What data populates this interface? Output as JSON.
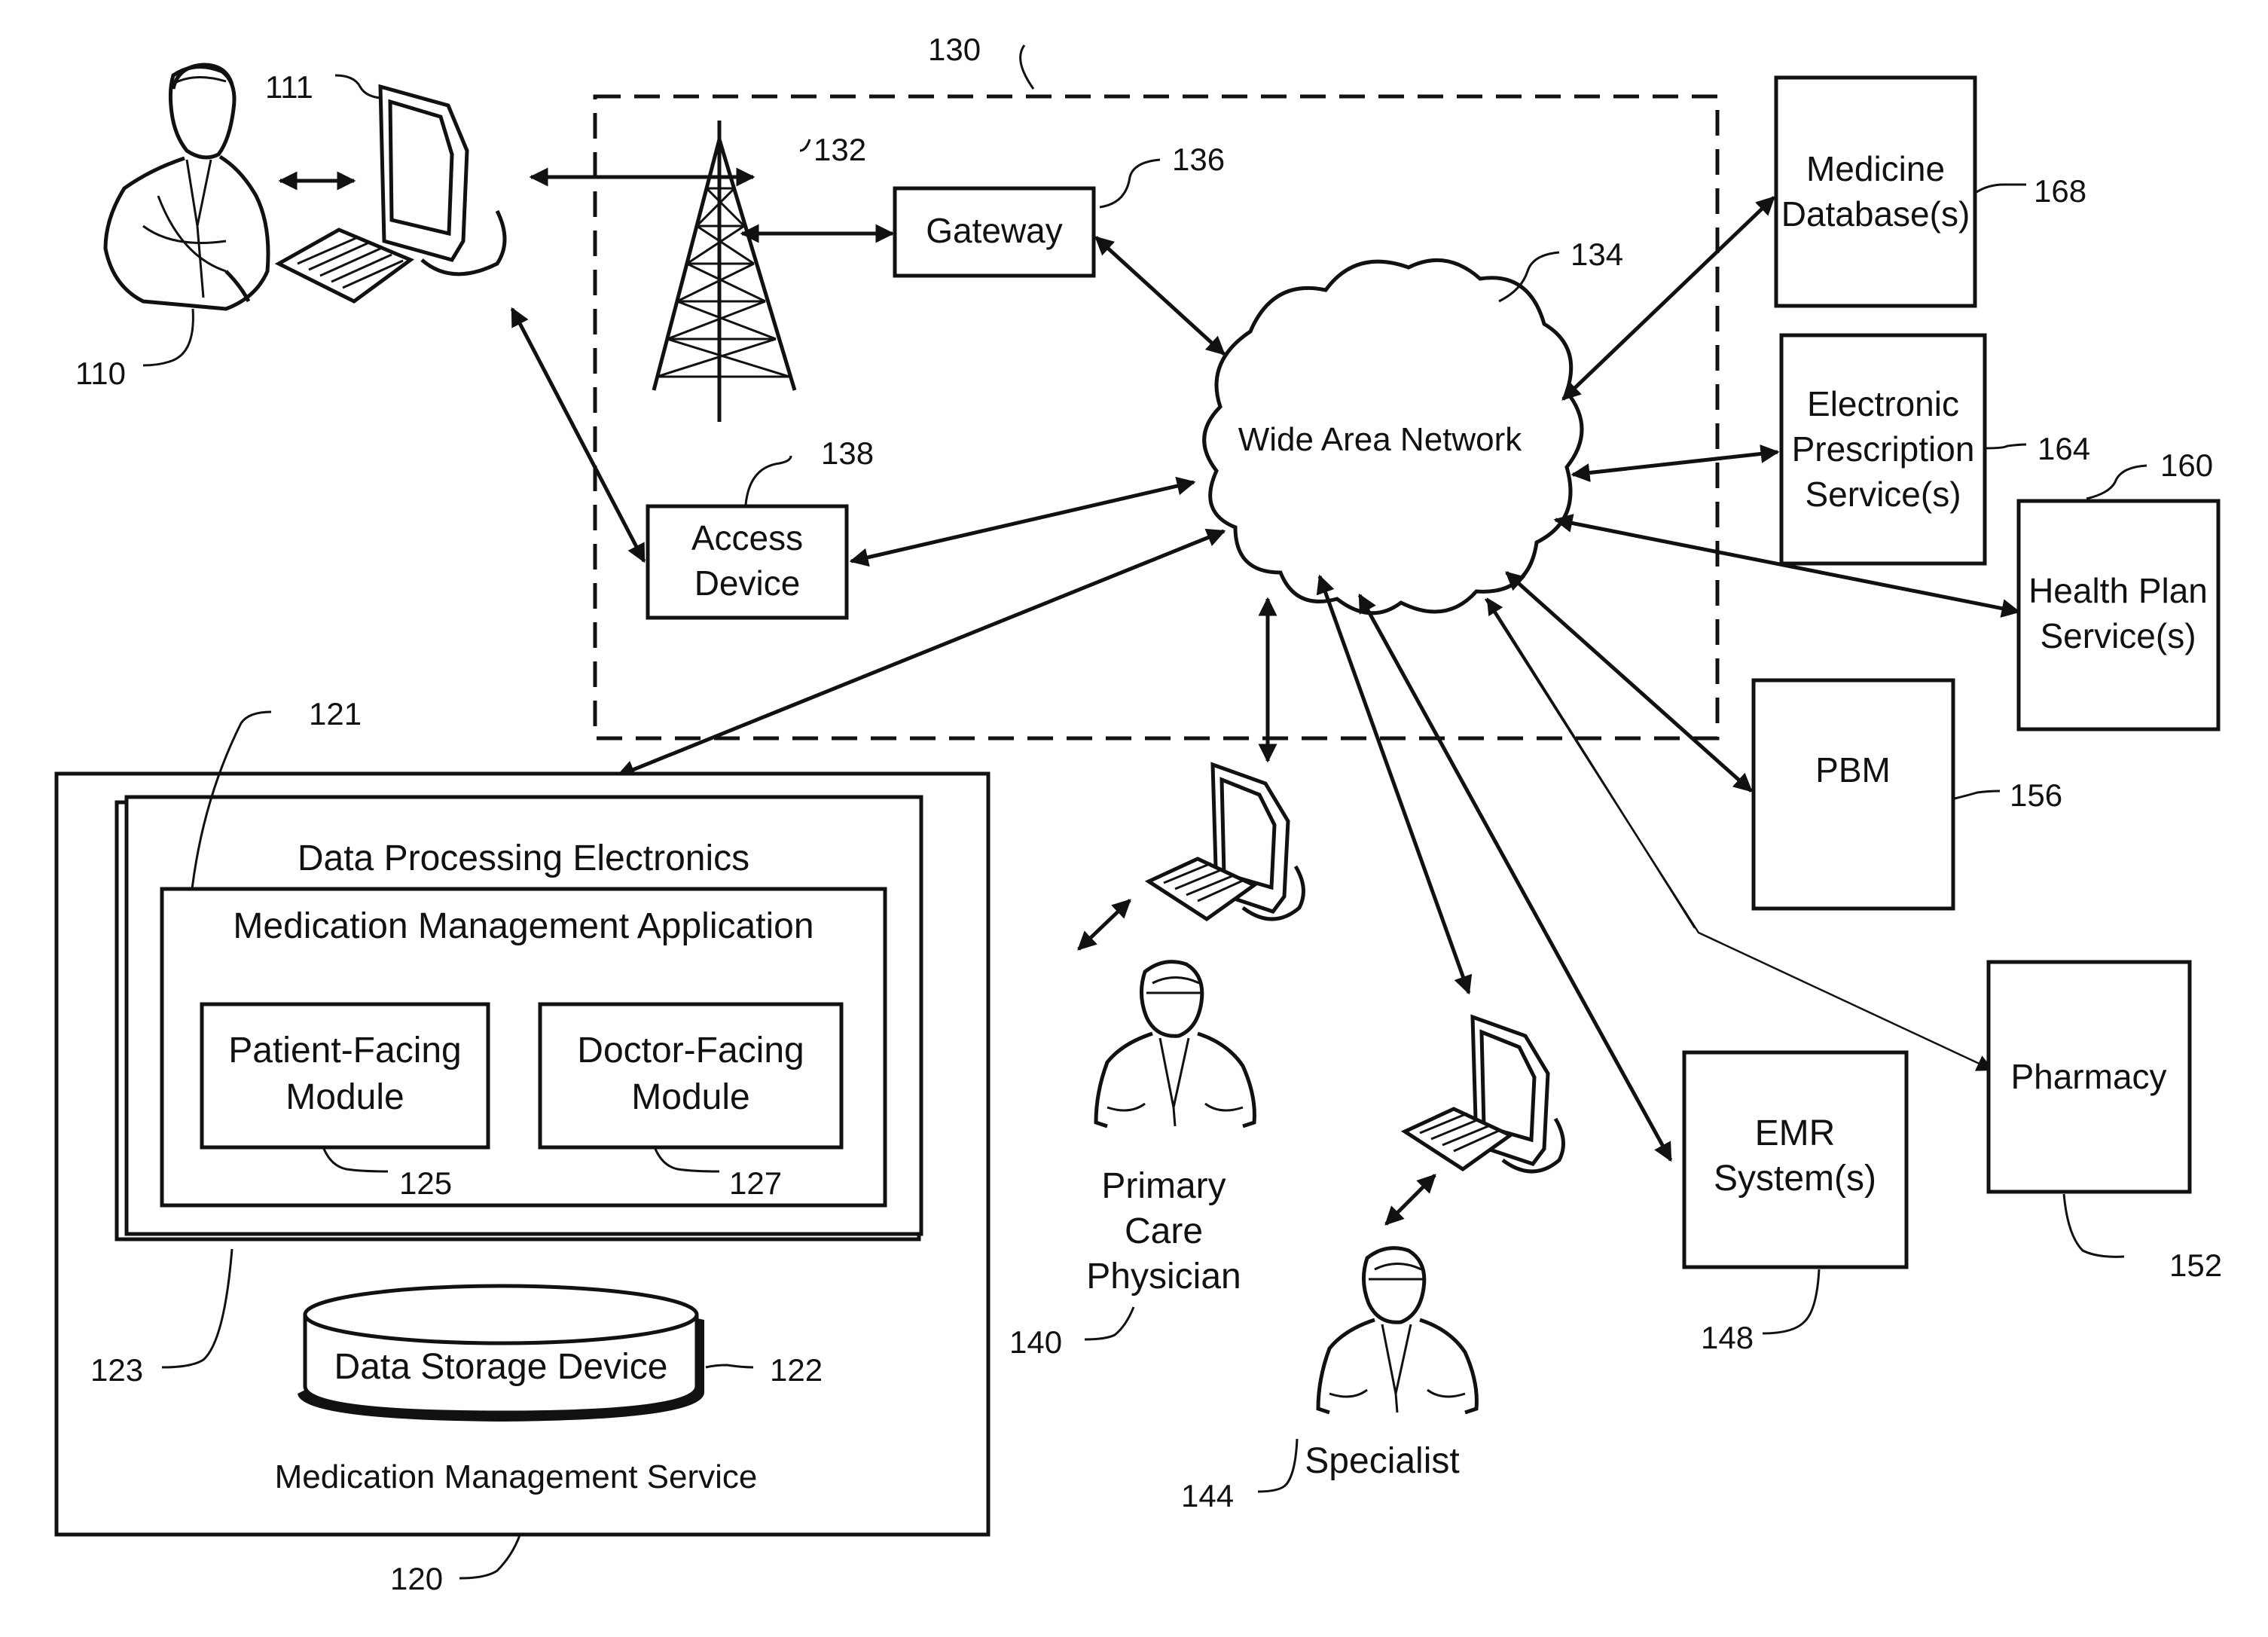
{
  "refs": {
    "user": "110",
    "computer": "111",
    "service": "120",
    "electronics": "121",
    "storage": "122",
    "app_block": "123",
    "patient_module": "125",
    "doctor_module": "127",
    "network_group": "130",
    "tower": "132",
    "wan": "134",
    "gateway": "136",
    "access_device": "138",
    "pcp": "140",
    "specialist": "144",
    "emr": "148",
    "pharmacy": "152",
    "pbm": "156",
    "health_plan": "160",
    "eprescription": "164",
    "medicine_db": "168"
  },
  "labels": {
    "gateway": "Gateway",
    "access_device": [
      "Access",
      "Device"
    ],
    "wan": "Wide Area Network",
    "medicine_db": [
      "Medicine",
      "Database(s)"
    ],
    "eprescription": [
      "Electronic",
      "Prescription",
      "Service(s)"
    ],
    "health_plan": [
      "Health Plan",
      "Service(s)"
    ],
    "pbm": "PBM",
    "pharmacy": "Pharmacy",
    "emr": [
      "EMR",
      "System(s)"
    ],
    "pcp": [
      "Primary",
      "Care",
      "Physician"
    ],
    "specialist": "Specialist",
    "electronics": "Data Processing Electronics",
    "app": "Medication Management Application",
    "patient_module": [
      "Patient-Facing",
      "Module"
    ],
    "doctor_module": [
      "Doctor-Facing",
      "Module"
    ],
    "storage": "Data Storage Device",
    "service": "Medication Management Service"
  }
}
